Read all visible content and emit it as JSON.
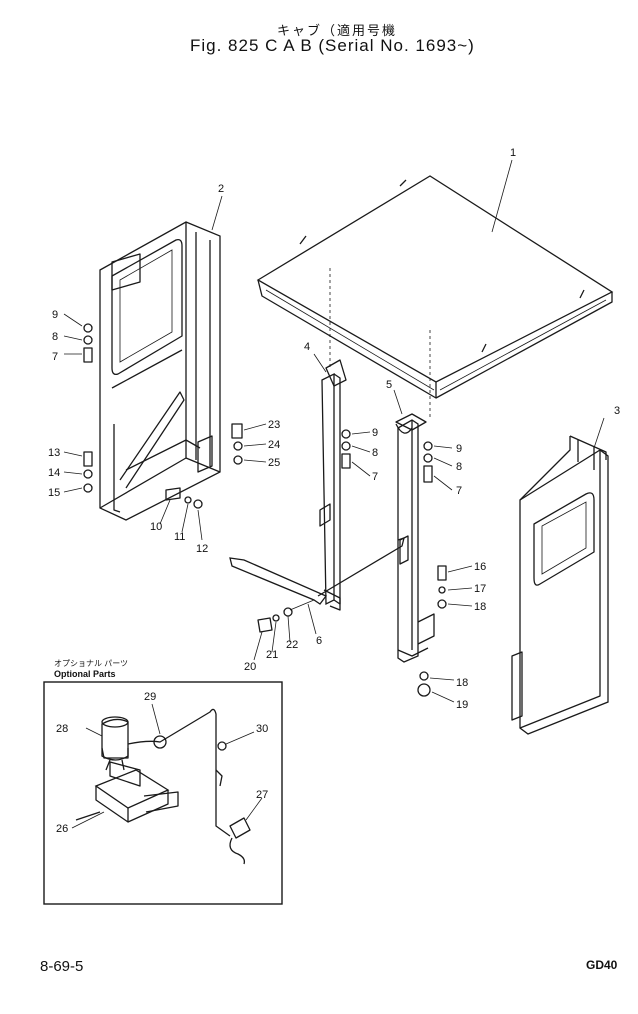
{
  "header": {
    "title_jp": "キャブ（適用号機",
    "title": "Fig. 825   C A B (Serial No. 1693~)"
  },
  "optional": {
    "label_jp": "オプショナル パーツ",
    "label_en": "Optional Parts"
  },
  "footer": {
    "page_code": "8-69-5",
    "model": "GD40"
  },
  "callouts": [
    {
      "id": "1",
      "text": "1"
    },
    {
      "id": "2",
      "text": "2"
    },
    {
      "id": "3",
      "text": "3"
    },
    {
      "id": "4",
      "text": "4"
    },
    {
      "id": "5",
      "text": "5"
    },
    {
      "id": "6",
      "text": "6"
    },
    {
      "id": "7a",
      "text": "7"
    },
    {
      "id": "8a",
      "text": "8"
    },
    {
      "id": "9a",
      "text": "9"
    },
    {
      "id": "9b",
      "text": "9"
    },
    {
      "id": "8b",
      "text": "8"
    },
    {
      "id": "7b",
      "text": "7"
    },
    {
      "id": "9c",
      "text": "9"
    },
    {
      "id": "8c",
      "text": "8"
    },
    {
      "id": "7c",
      "text": "7"
    },
    {
      "id": "10",
      "text": "10"
    },
    {
      "id": "11",
      "text": "11"
    },
    {
      "id": "12",
      "text": "12"
    },
    {
      "id": "13",
      "text": "13"
    },
    {
      "id": "14",
      "text": "14"
    },
    {
      "id": "15",
      "text": "15"
    },
    {
      "id": "16",
      "text": "16"
    },
    {
      "id": "17",
      "text": "17"
    },
    {
      "id": "18a",
      "text": "18"
    },
    {
      "id": "18b",
      "text": "18"
    },
    {
      "id": "19",
      "text": "19"
    },
    {
      "id": "20",
      "text": "20"
    },
    {
      "id": "21",
      "text": "21"
    },
    {
      "id": "22",
      "text": "22"
    },
    {
      "id": "23",
      "text": "23"
    },
    {
      "id": "24",
      "text": "24"
    },
    {
      "id": "25",
      "text": "25"
    },
    {
      "id": "26",
      "text": "26"
    },
    {
      "id": "27",
      "text": "27"
    },
    {
      "id": "28",
      "text": "28"
    },
    {
      "id": "29",
      "text": "29"
    },
    {
      "id": "30",
      "text": "30"
    }
  ]
}
